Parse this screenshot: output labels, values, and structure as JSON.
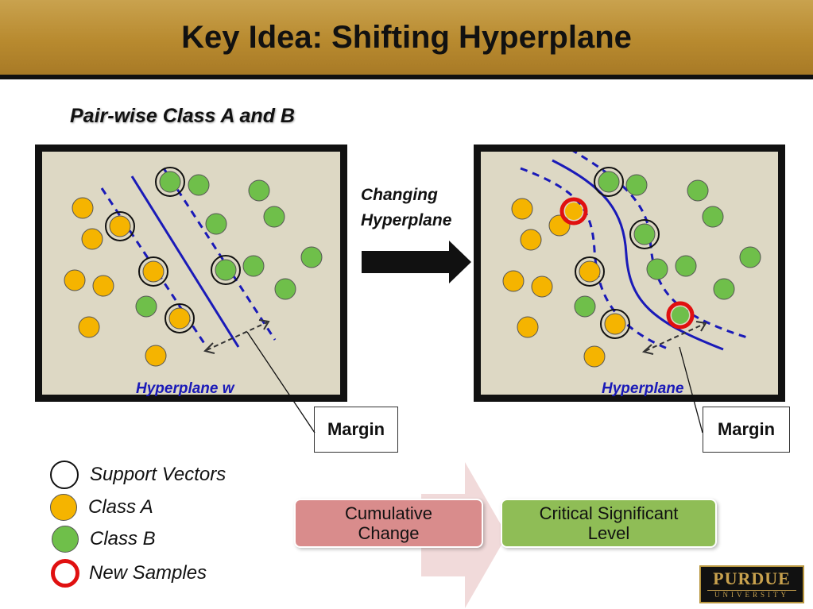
{
  "title": "Key Idea: Shifting Hyperplane",
  "subtitle": "Pair-wise Class A and B",
  "arrow_label_line1": "Changing",
  "arrow_label_line2": "Hyperplane",
  "left_panel": {
    "label": "Hyperplane w"
  },
  "right_panel": {
    "label": "Hyperplane"
  },
  "margin_left": "Margin",
  "margin_right": "Margin",
  "legend": {
    "support_vectors": "Support Vectors",
    "class_a": "Class A",
    "class_b": "Class B",
    "new_samples": "New Samples"
  },
  "flow": {
    "cumulative_line1": "Cumulative",
    "cumulative_line2": "Change",
    "critical_line1": "Critical Significant",
    "critical_line2": "Level"
  },
  "logo": {
    "name": "PURDUE",
    "sub": "UNIVERSITY"
  },
  "colors": {
    "class_a": "#f5b400",
    "class_b": "#6fbf4a",
    "hyperplane": "#1a1ab8",
    "new_sample_ring": "#e01010",
    "title_bar": "#b88a2f",
    "cumulative_box": "#d98c8c",
    "critical_box": "#8fbd56"
  }
}
